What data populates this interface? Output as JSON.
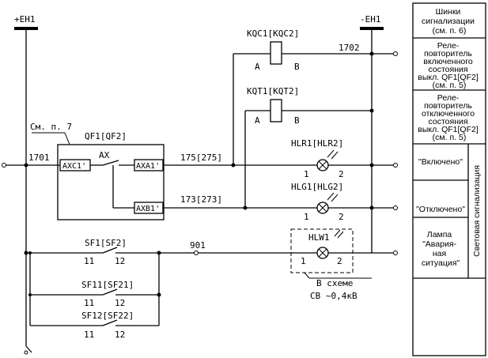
{
  "bus": {
    "plus": "+EH1",
    "minus": "-EH1"
  },
  "nodes": {
    "n1701": "1701",
    "n1702": "1702",
    "n175": "175[275]",
    "n173": "173[273]",
    "n901": "901"
  },
  "relays": {
    "kqc": {
      "name": "KQC1[KQC2]",
      "a": "A",
      "b": "B"
    },
    "kqt": {
      "name": "KQT1[KQT2]",
      "a": "A",
      "b": "B"
    }
  },
  "breaker": {
    "ref": "См. п. 7",
    "name": "QF1[QF2]",
    "ax": "AX",
    "axc": "AXC1'",
    "axa": "AXA1'",
    "axb": "AXB1'"
  },
  "lamps": {
    "hlr": {
      "name": "HLR1[HLR2]",
      "p1": "1",
      "p2": "2"
    },
    "hlg": {
      "name": "HLG1[HLG2]",
      "p1": "1",
      "p2": "2"
    },
    "hlw": {
      "name": "HLW1",
      "p1": "1",
      "p2": "2",
      "note1": "В схеме",
      "note2": "СВ ~0,4кВ"
    }
  },
  "switches": [
    {
      "name": "SF1[SF2]",
      "p1": "11",
      "p2": "12"
    },
    {
      "name": "SF11[SF21]",
      "p1": "11",
      "p2": "12"
    },
    {
      "name": "SF12[SF22]",
      "p1": "11",
      "p2": "12"
    }
  ],
  "legend": {
    "row1": [
      "Шинки",
      "сигнализации",
      "(см. п. 6)"
    ],
    "row2": [
      "Реле-",
      "повторитель",
      "включенного",
      "состояния",
      "выкл. QF1[QF2]",
      "(см. п. 5)"
    ],
    "row3": [
      "Реле-",
      "повторитель",
      "отключенного",
      "состояния",
      "выкл. QF1[QF2]",
      "(см. п. 5)"
    ],
    "row4": [
      "\"Включено\""
    ],
    "row5": [
      "\"Отключено\""
    ],
    "row6": [
      "Лампа",
      "\"Авария-",
      "ная",
      "ситуация\""
    ],
    "side": "Световая сигнализация"
  }
}
